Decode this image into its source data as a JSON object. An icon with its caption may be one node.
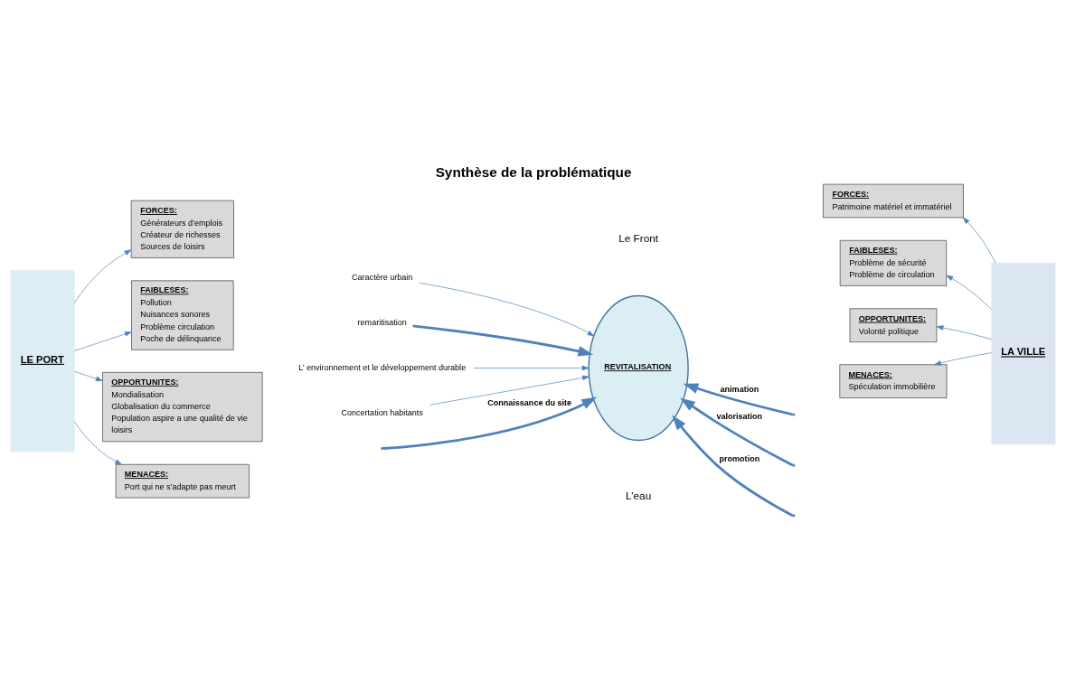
{
  "diagram": {
    "title": "Synthèse de la problématique",
    "nodes": [
      {
        "text": [
          "LE PORT"
        ]
      },
      {
        "text": [
          "FORCES:",
          "Générateurs d’emplois",
          "Créateur de richesses",
          "Sources de loisirs"
        ]
      },
      {
        "text": [
          "FAIBLESES:",
          "Pollution",
          "Nuisances sonores",
          "Problème circulation",
          "Poche de délinquance"
        ]
      },
      {
        "text": [
          "OPPORTUNITES:",
          "Mondialisation",
          "Globalisation du commerce",
          "Population aspire a une qualité de vie",
          "loisirs"
        ]
      },
      {
        "text": [
          "MENACES:",
          "Port qui ne s’adapte pas meurt"
        ]
      },
      {
        "text": [
          "LA VILLE"
        ]
      },
      {
        "text": [
          "FORCES:",
          "Patrimoine matériel et immatériel"
        ]
      },
      {
        "text": [
          "FAIBLESES:",
          "Problème de sécurité",
          "Problème de circulation"
        ]
      },
      {
        "text": [
          "OPPORTUNITES:",
          "Volonté politique"
        ]
      },
      {
        "text": [
          "MENACES:",
          "Spéculation immobilière"
        ]
      },
      {
        "text": [
          "REVITALISATION"
        ]
      },
      {
        "text": [
          "Caractère urbain"
        ]
      },
      {
        "text": [
          "remaritisation"
        ]
      },
      {
        "text": [
          "L’ environnement et le développement durable"
        ]
      },
      {
        "text": [
          "Concertation habitants"
        ]
      }
    ],
    "edges": [
      {
        "from": 0,
        "to": 1,
        "arrow": "to"
      },
      {
        "from": 0,
        "to": 2,
        "arrow": "to"
      },
      {
        "from": 0,
        "to": 3,
        "arrow": "to"
      },
      {
        "from": 0,
        "to": 4,
        "arrow": "to"
      },
      {
        "from": 5,
        "to": 6,
        "arrow": "to"
      },
      {
        "from": 5,
        "to": 7,
        "arrow": "to"
      },
      {
        "from": 5,
        "to": 8,
        "arrow": "to"
      },
      {
        "from": 5,
        "to": 9,
        "arrow": "to"
      },
      {
        "from": 11,
        "to": 10,
        "arrow": "to"
      },
      {
        "from": 12,
        "to": 10,
        "arrow": "to",
        "style": "thick"
      },
      {
        "from": 13,
        "to": 10,
        "arrow": "to"
      },
      {
        "from": 14,
        "to": 10,
        "arrow": "to"
      },
      {
        "from": null,
        "to": 10,
        "arrow": "to",
        "label": "Connaissance du site",
        "style": "thick"
      },
      {
        "from": null,
        "to": 10,
        "arrow": "to",
        "label": "promotion",
        "style": "thick"
      },
      {
        "from": null,
        "to": 10,
        "arrow": "to",
        "label": "valorisation",
        "style": "thick"
      },
      {
        "from": null,
        "to": 10,
        "arrow": "to",
        "label": "animation",
        "style": "thick"
      }
    ],
    "labels": [
      "Le Front",
      "L’eau"
    ]
  }
}
